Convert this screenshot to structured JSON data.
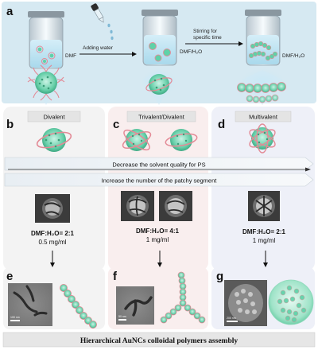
{
  "panel_a": {
    "letter": "a",
    "steps": {
      "adding_water": "Adding water",
      "stirring_line1": "Stirring for",
      "stirring_line2": "specific time"
    },
    "solvents": {
      "v1": "DMF",
      "v2": "DMF/H₂O",
      "v3": "DMF/H₂O"
    }
  },
  "columns": [
    {
      "letter": "b",
      "title": "Divalent",
      "ratio": "DMF:H₂O= 2:1",
      "conc": "0.5 mg/ml",
      "bottom_letter": "e",
      "scale": "100 nm"
    },
    {
      "letter": "c",
      "title": "Trivalent/Divalent",
      "ratio": "DMF:H₂O= 4:1",
      "conc": "1 mg/ml",
      "bottom_letter": "f",
      "scale": "50 nm"
    },
    {
      "letter": "d",
      "title": "Multivalent",
      "ratio": "DMF:H₂O= 2:1",
      "conc": "1 mg/ml",
      "bottom_letter": "g",
      "scale": "200 nm"
    }
  ],
  "arrows": {
    "solvent_quality": "Decrease the solvent quality for PS",
    "patchy_segment": "Increase the number of the patchy segment"
  },
  "footer": "Hierarchical AuNCs colloidal polymers assembly",
  "colors": {
    "panel_a_bg": "#d6e9f2",
    "col_b_bg": "#f3f3f3",
    "col_c_bg": "#f9eeee",
    "col_d_bg": "#eef0f8",
    "particle": "#5fd1a8",
    "ring": "#e38a96",
    "title_box": "#e4e4e4"
  }
}
